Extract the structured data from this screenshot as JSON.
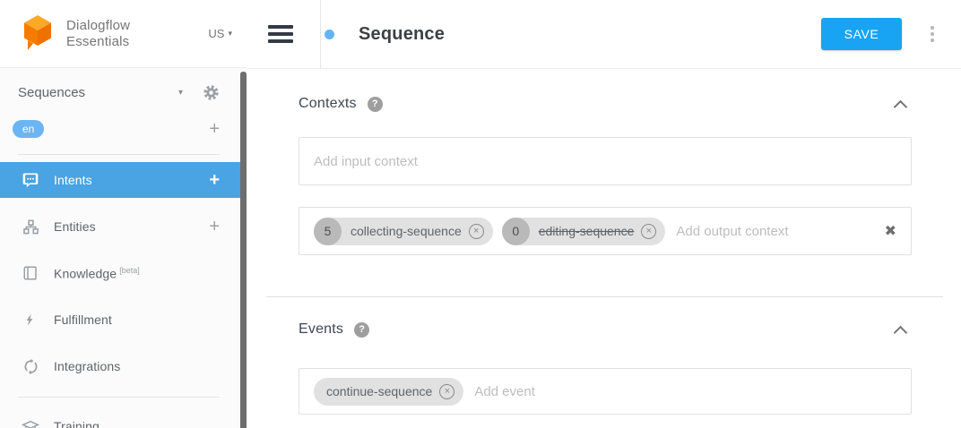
{
  "branding": {
    "logo_line1": "Dialogflow",
    "logo_line2": "Essentials",
    "region": "US",
    "region_caret": "▾"
  },
  "sidebar": {
    "agent_name": "Sequences",
    "agent_caret": "▾",
    "language_badge": "en",
    "language_add": "+",
    "items": [
      {
        "label": "Intents",
        "icon": "chat-icon",
        "add": "+",
        "active": true
      },
      {
        "label": "Entities",
        "icon": "sitemap-icon",
        "add": "+",
        "active": false
      },
      {
        "label": "Knowledge",
        "icon": "book-icon",
        "badge": "[beta]",
        "active": false
      },
      {
        "label": "Fulfillment",
        "icon": "bolt-icon",
        "active": false
      },
      {
        "label": "Integrations",
        "icon": "sync-icon",
        "active": false
      },
      {
        "label": "Training",
        "icon": "graduation-cap-icon",
        "active": false
      }
    ]
  },
  "header": {
    "title": "Sequence",
    "save_label": "SAVE"
  },
  "contexts": {
    "heading": "Contexts",
    "help": "?",
    "input_placeholder": "Add input context",
    "output_placeholder": "Add output context",
    "output_chips": [
      {
        "lifespan": "5",
        "name": "collecting-sequence",
        "strikethrough": false
      },
      {
        "lifespan": "0",
        "name": "editing-sequence",
        "strikethrough": true
      }
    ],
    "clear_symbol": "✖",
    "chip_remove_symbol": "×"
  },
  "events": {
    "heading": "Events",
    "help": "?",
    "chips": [
      {
        "name": "continue-sequence"
      }
    ],
    "placeholder": "Add event"
  },
  "colors": {
    "accent_blue": "#18a4f3",
    "active_item_blue": "#4aa3e2",
    "language_badge_blue": "#6cb5f4",
    "intent_dot_blue": "#64b5f6",
    "logo_orange_top": "#ffa726",
    "logo_orange_body": "#f57c00",
    "chip_gray": "#e1e1e1",
    "chip_lifespan_gray": "#b9b9b9"
  }
}
